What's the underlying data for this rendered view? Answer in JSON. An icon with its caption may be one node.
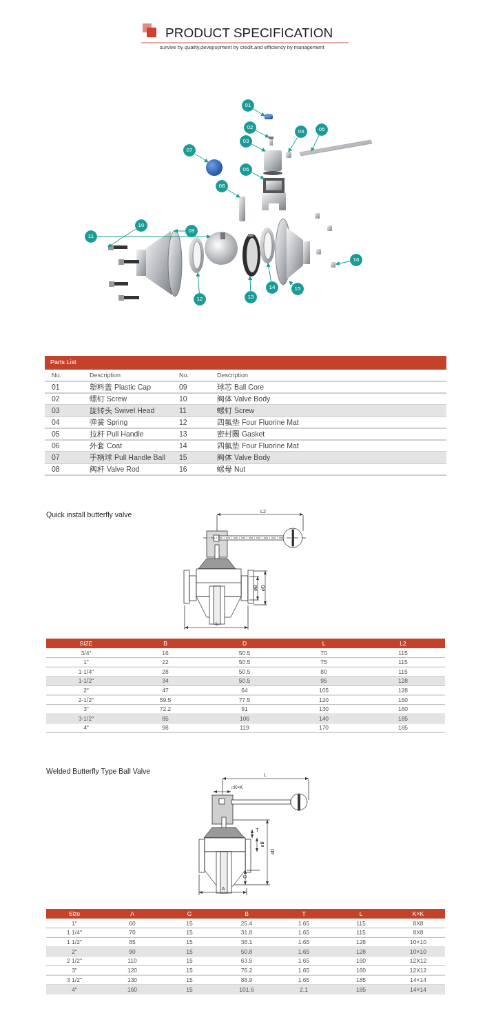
{
  "diagram": {
    "title": "PRODUCT SPECIFICATION",
    "nodes": [
      {
        "text": [
          "01"
        ]
      },
      {
        "text": [
          "02"
        ]
      },
      {
        "text": [
          "03"
        ]
      },
      {
        "text": [
          "04"
        ]
      },
      {
        "text": [
          "05"
        ]
      },
      {
        "text": [
          "06"
        ]
      },
      {
        "text": [
          "07"
        ]
      },
      {
        "text": [
          "08"
        ]
      },
      {
        "text": [
          "09"
        ]
      },
      {
        "text": [
          "10"
        ]
      },
      {
        "text": [
          "11"
        ]
      },
      {
        "text": [
          "12"
        ]
      },
      {
        "text": [
          "13"
        ]
      },
      {
        "text": [
          "14"
        ]
      },
      {
        "text": [
          "15"
        ]
      },
      {
        "text": [
          "16"
        ]
      },
      {
        "text": [],
        "shape": "picture"
      },
      {
        "text": [],
        "shape": "picture"
      },
      {
        "text": [],
        "shape": "picture"
      },
      {
        "text": [],
        "shape": "picture"
      },
      {
        "text": [],
        "shape": "picture"
      },
      {
        "text": [],
        "shape": "picture"
      },
      {
        "text": [],
        "shape": "picture"
      },
      {
        "text": [],
        "shape": "picture"
      },
      {
        "text": [],
        "shape": "picture"
      },
      {
        "text": [],
        "shape": "picture"
      },
      {
        "text": [],
        "shape": "picture"
      },
      {
        "text": [],
        "shape": "picture"
      },
      {
        "text": [],
        "shape": "picture"
      },
      {
        "text": [],
        "shape": "picture"
      },
      {
        "text": [],
        "shape": "picture"
      },
      {
        "text": [],
        "shape": "picture"
      }
    ],
    "edges": [
      {
        "from": 0,
        "to": 16,
        "arrow": "to"
      },
      {
        "from": 1,
        "to": 17,
        "arrow": "to"
      },
      {
        "from": 2,
        "to": 18,
        "arrow": "to"
      },
      {
        "from": 3,
        "to": 19,
        "arrow": "to"
      },
      {
        "from": 4,
        "to": 20,
        "arrow": "to"
      },
      {
        "from": 5,
        "to": 21,
        "arrow": "to"
      },
      {
        "from": 6,
        "to": 22,
        "arrow": "to"
      },
      {
        "from": 7,
        "to": 23,
        "arrow": "to"
      },
      {
        "from": 8,
        "to": 24,
        "arrow": "to"
      },
      {
        "from": 9,
        "to": 25,
        "arrow": "to"
      },
      {
        "from": 10,
        "to": 26,
        "arrow": "to"
      },
      {
        "from": 11,
        "to": 27,
        "arrow": "to"
      },
      {
        "from": 12,
        "to": 28,
        "arrow": "to"
      },
      {
        "from": 13,
        "to": 29,
        "arrow": "to"
      },
      {
        "from": 14,
        "to": 30,
        "arrow": "to"
      },
      {
        "from": 15,
        "to": 31,
        "arrow": "to"
      }
    ],
    "labels": [
      "survive by quality,devepopment by credit,and efficiency by management",
      "Parts List",
      "No.",
      "Description",
      "No.",
      "Description",
      "01",
      "塑料盖 Plastic Cap",
      "09",
      "球芯 Ball Core",
      "02",
      "螺钉 Screw",
      "10",
      "阀体 Valve Body",
      "03",
      "旋转头 Swivel Head",
      "11",
      "螺钉 Screw",
      "04",
      "弹簧 Spring",
      "12",
      "四氟垫 Four Fluorine Mat",
      "05",
      "拉杆 Pull Handle",
      "13",
      "密封圈 Gasket",
      "06",
      "外套 Coat",
      "14",
      "四氟垫 Four Fluorine Mat",
      "07",
      "手柄球 Pull Handle Ball",
      "15",
      "阀体 Valve Body",
      "08",
      "阀杆 Valve Rod",
      "16",
      "螺母 Nut",
      "Quick install butterfly valve",
      "L2",
      "øB",
      "øD",
      "L",
      "SIZE",
      "B",
      "D",
      "L",
      "L2",
      "3/4\"",
      "16",
      "50.5",
      "70",
      "115",
      "1\"",
      "22",
      "50.5",
      "75",
      "115",
      "1-1/4\"",
      "28",
      "50.5",
      "80",
      "115",
      "1-1/2\"",
      "34",
      "50.5",
      "95",
      "128",
      "2\"",
      "47",
      "64",
      "105",
      "128",
      "2-1/2\"",
      "59.5",
      "77.5",
      "120",
      "160",
      "3\"",
      "72.2",
      "91",
      "130",
      "160",
      "3-1/2\"",
      "85",
      "106",
      "140",
      "185",
      "4\"",
      "98",
      "119",
      "170",
      "185",
      "Welded Butterfly Type Ball Valve",
      "L",
      "□K×K",
      "T",
      "øB",
      "øD",
      "G",
      "A",
      "Size",
      "A",
      "G",
      "B",
      "T",
      "L",
      "K×K",
      "1\"",
      "60",
      "15",
      "25.4",
      "1.65",
      "115",
      "8X8",
      "1 1/4\"",
      "70",
      "15",
      "31.8",
      "1.65",
      "115",
      "8X8",
      "1 1/2\"",
      "85",
      "15",
      "38.1",
      "1.65",
      "128",
      "10×10",
      "2\"",
      "90",
      "15",
      "50.8",
      "1.65",
      "128",
      "10×10",
      "2 1/2\"",
      "110",
      "15",
      "63.5",
      "1.65",
      "160",
      "12X12",
      "3\"",
      "120",
      "15",
      "76.2",
      "1.65",
      "160",
      "12X12",
      "3 1/2\"",
      "130",
      "15",
      "88.9",
      "1.65",
      "185",
      "14×14",
      "4\"",
      "160",
      "15",
      "101.6",
      "2.1",
      "185",
      "14×14"
    ]
  }
}
